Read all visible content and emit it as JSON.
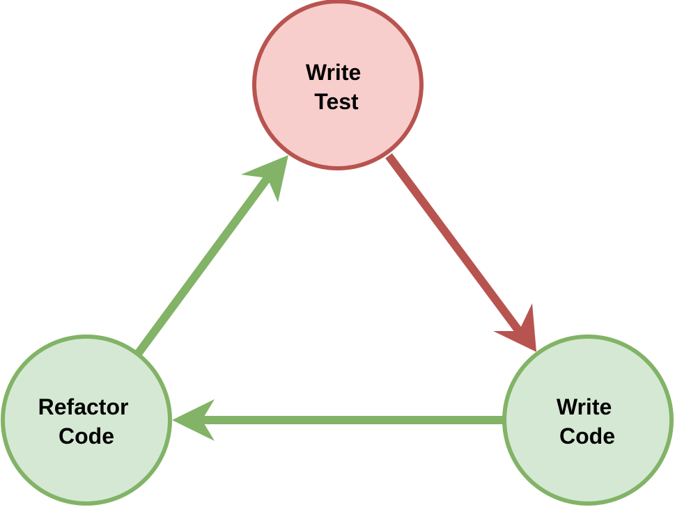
{
  "diagram": {
    "nodes": {
      "write_test": {
        "lines": [
          "Write",
          "Test"
        ],
        "fill": "#f8cecc",
        "stroke": "#b85450"
      },
      "write_code": {
        "lines": [
          "Write",
          "Code"
        ],
        "fill": "#d5e8d4",
        "stroke": "#82b366"
      },
      "refactor_code": {
        "lines": [
          "Refactor",
          "Code"
        ],
        "fill": "#d5e8d4",
        "stroke": "#82b366"
      }
    },
    "edges": [
      {
        "from": "write_test",
        "to": "write_code",
        "color": "#b85450"
      },
      {
        "from": "write_code",
        "to": "refactor_code",
        "color": "#82b366"
      },
      {
        "from": "refactor_code",
        "to": "write_test",
        "color": "#82b366"
      }
    ]
  }
}
